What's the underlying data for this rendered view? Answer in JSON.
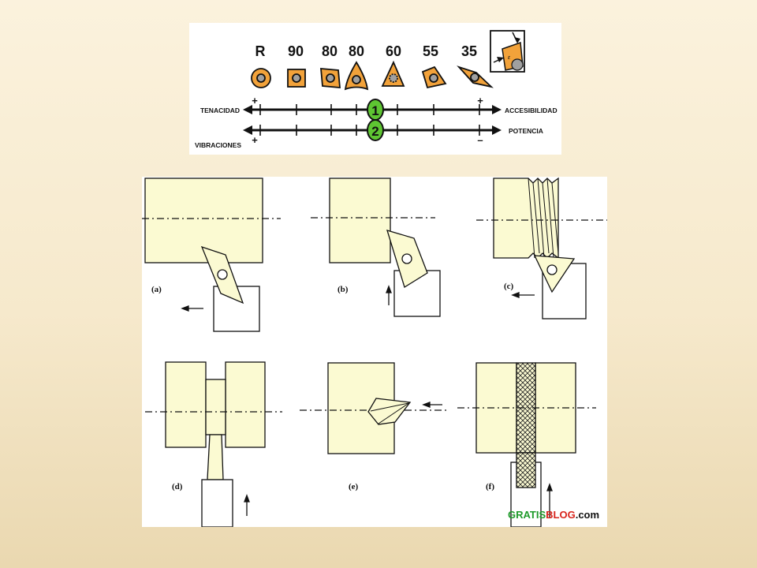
{
  "insert_shapes": {
    "labels": [
      "R",
      "90",
      "80",
      "80",
      "60",
      "55",
      "35"
    ]
  },
  "scale": {
    "line1": {
      "left": "TENACIDAD",
      "right": "ACCESIBILIDAD",
      "number": "1",
      "left_sign": "+",
      "right_sign": "+"
    },
    "line2": {
      "left": "VIBRACIONES",
      "right": "POTENCIA",
      "number": "2",
      "left_sign": "+",
      "right_sign": "–"
    }
  },
  "operations": {
    "a": "(a)",
    "b": "(b)",
    "c": "(c)",
    "d": "(d)",
    "e": "(e)",
    "f": "(f)"
  },
  "watermark": {
    "part1": "GRATIS",
    "part2": "BLOG",
    "part3": ".com"
  },
  "colors": {
    "insert": "#f2a23a",
    "workpiece": "#fbfad2",
    "badge": "#5ec532",
    "wm_green": "#1e9a2a",
    "wm_red": "#d8241c"
  }
}
